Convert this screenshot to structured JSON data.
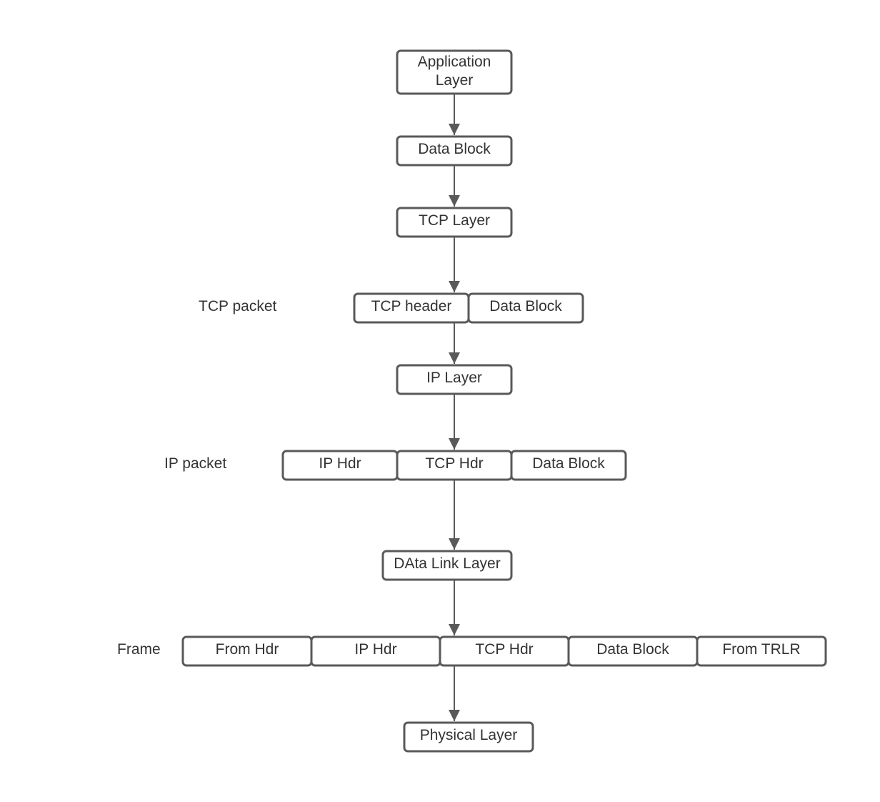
{
  "diagram": {
    "nodes": {
      "application_layer": [
        "Application",
        "Layer"
      ],
      "data_block_1": "Data Block",
      "tcp_layer": "TCP Layer",
      "tcp_header": "TCP header",
      "tcp_packet_data_block": "Data Block",
      "ip_layer": "IP Layer",
      "ip_packet_ip_hdr": "IP Hdr",
      "ip_packet_tcp_hdr": "TCP Hdr",
      "ip_packet_data_block": "Data Block",
      "data_link_layer": "DAta Link Layer",
      "frame_from_hdr": "From Hdr",
      "frame_ip_hdr": "IP Hdr",
      "frame_tcp_hdr": "TCP Hdr",
      "frame_data_block": "Data Block",
      "frame_from_trlr": "From TRLR",
      "physical_layer": "Physical Layer"
    },
    "row_labels": {
      "tcp_packet": "TCP packet",
      "ip_packet": "IP packet",
      "frame": "Frame"
    },
    "colors": {
      "stroke": "#595959",
      "text": "#333333",
      "fill": "#ffffff"
    }
  }
}
